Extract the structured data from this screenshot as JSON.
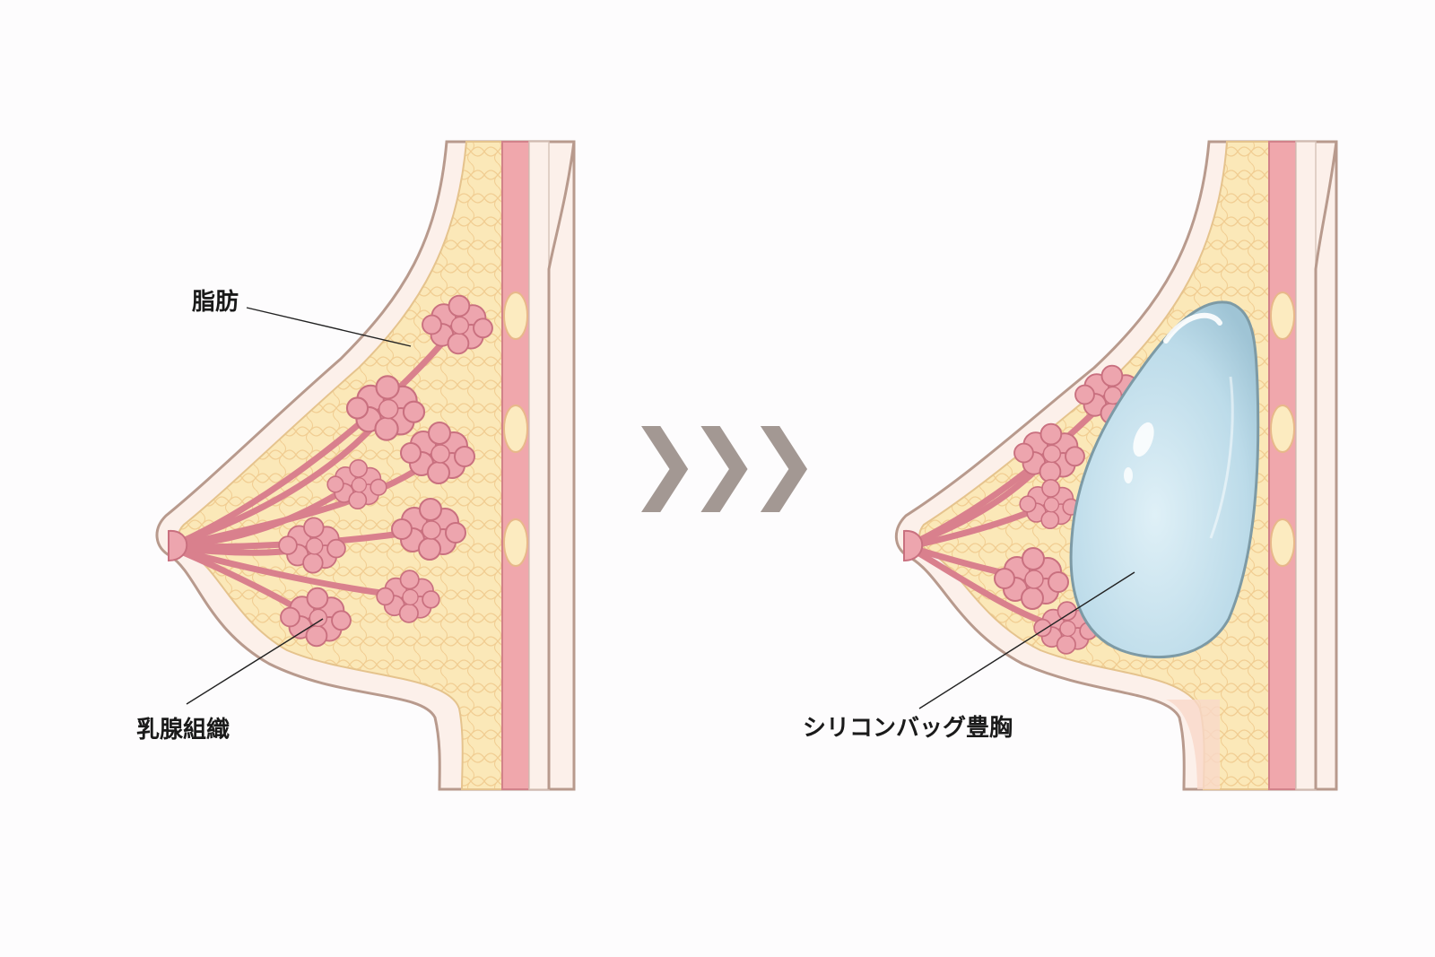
{
  "labels": {
    "fat": "脂肪",
    "mammary_gland": "乳腺組織",
    "silicone_implant": "シリコンバッグ豊胸"
  },
  "arrow_glyph": "❯❯❯",
  "colors": {
    "background": "#fdfcfd",
    "skin_outline": "#b89a8d",
    "skin": "#fcf0ea",
    "fat": "#fbe8b8",
    "fat_cells": "#f2cf93",
    "gland": "#eda5ae",
    "gland_outline": "#c9707f",
    "muscle": "#f0a7ac",
    "rib": "#fcebc0",
    "implant": "#bcdce9",
    "implant_outline": "#7d9aa5",
    "arrow": "#a39893"
  }
}
